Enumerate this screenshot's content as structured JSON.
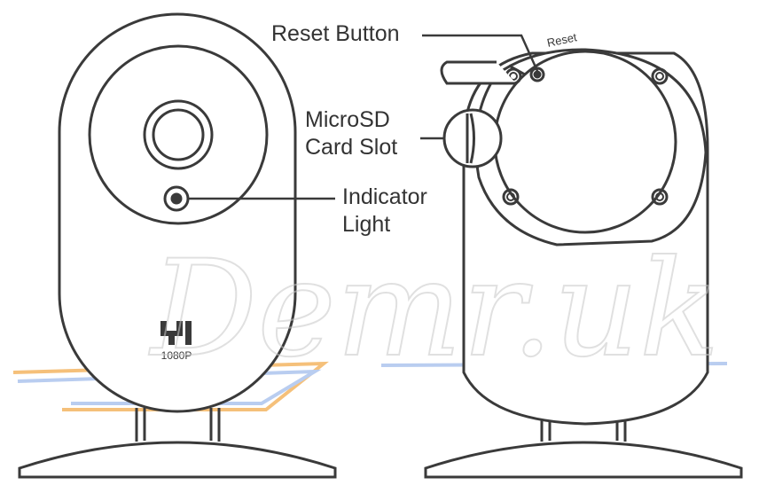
{
  "labels": {
    "reset_button": "Reset Button",
    "microsd_line1": "MicroSD",
    "microsd_line2": "Card Slot",
    "indicator_line1": "Indicator",
    "indicator_line2": "Light"
  },
  "front": {
    "logo": "YI",
    "resolution": "1080P"
  },
  "back": {
    "reset_text": "Reset"
  },
  "watermark": "Demr.uk",
  "colors": {
    "outline": "#3a3a3a",
    "text": "#333333",
    "watermark": "#c8c8c8",
    "stripe_orange": "#f5c07a",
    "stripe_blue": "#b9cdf0"
  }
}
